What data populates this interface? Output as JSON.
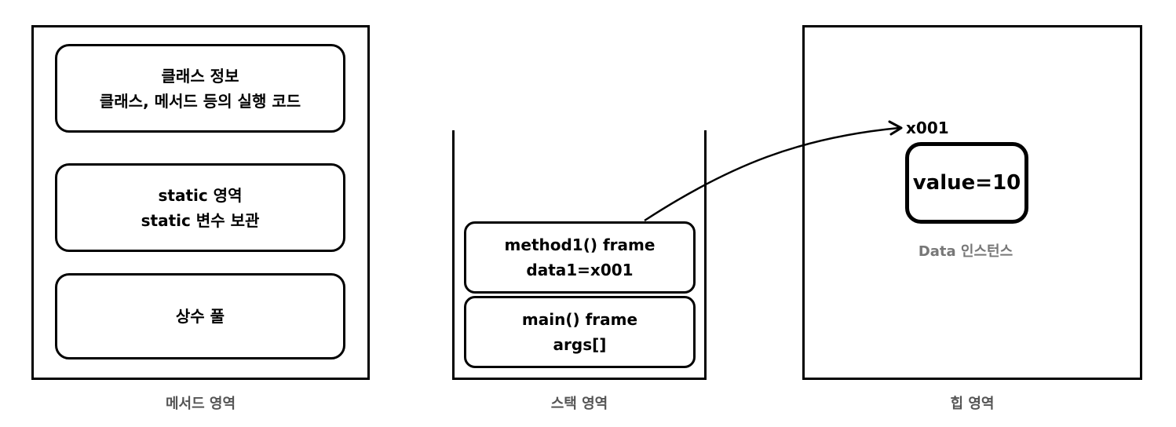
{
  "method_area": {
    "caption": "메서드 영역",
    "class_info": "클래스 정보\n클래스, 메서드 등의 실행 코드",
    "static_area": "static 영역\nstatic 변수 보관",
    "constant_pool": "상수 풀"
  },
  "stack_area": {
    "caption": "스택 영역",
    "frames": [
      {
        "label": "method1() frame\ndata1=x001"
      },
      {
        "label": "main() frame\nargs[]"
      }
    ]
  },
  "heap_area": {
    "caption": "힙 영역",
    "reference": "x001",
    "instance_value": "value=10",
    "instance_caption": "Data 인스턴스"
  }
}
